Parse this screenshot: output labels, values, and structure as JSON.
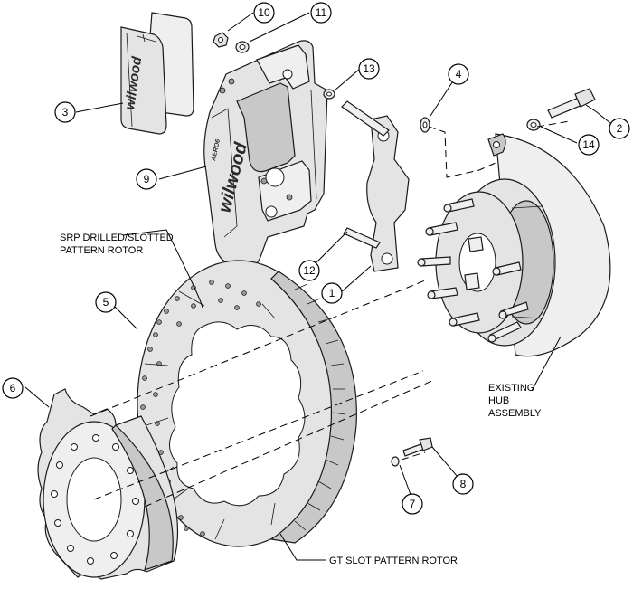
{
  "callouts": [
    {
      "num": "1"
    },
    {
      "num": "2"
    },
    {
      "num": "3"
    },
    {
      "num": "4"
    },
    {
      "num": "5"
    },
    {
      "num": "6"
    },
    {
      "num": "7"
    },
    {
      "num": "8"
    },
    {
      "num": "9"
    },
    {
      "num": "10"
    },
    {
      "num": "11"
    },
    {
      "num": "12"
    },
    {
      "num": "13"
    },
    {
      "num": "14"
    }
  ],
  "labels": {
    "srp_rotor": [
      "SRP DRILLED/SLOTTED",
      "PATTERN ROTOR"
    ],
    "hub": [
      "EXISTING",
      "HUB",
      "ASSEMBLY"
    ],
    "gt_rotor": "GT SLOT PATTERN ROTOR"
  },
  "logos": {
    "brand": "wilwood",
    "caliper_model": "AERO6"
  }
}
